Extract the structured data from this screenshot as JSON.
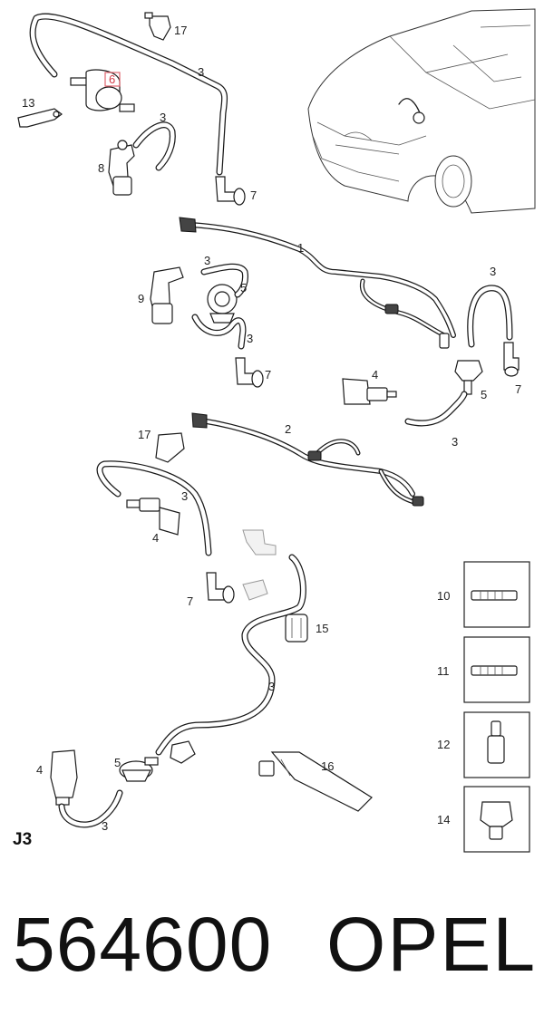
{
  "diagram": {
    "code": "J3",
    "highlighted_label": "6",
    "callouts": {
      "c17a": "17",
      "c3a": "3",
      "c6": "6",
      "c13": "13",
      "c3b": "3",
      "c8": "8",
      "c7a": "7",
      "c1": "1",
      "c3c": "3",
      "c9": "9",
      "c5a": "5",
      "c3d": "3",
      "c7b": "7",
      "c3e": "3",
      "c4a": "4",
      "c5b": "5",
      "c7c": "7",
      "c3f": "3",
      "c17b": "17",
      "c2": "2",
      "c3g": "3",
      "c4b": "4",
      "c7d": "7",
      "c15": "15",
      "c3h": "3",
      "c4c": "4",
      "c5c": "5",
      "c3i": "3",
      "c16": "16"
    },
    "detail_boxes": [
      "10",
      "11",
      "12",
      "14"
    ]
  },
  "footer": {
    "part_number": "564600",
    "brand": "OPEL"
  }
}
